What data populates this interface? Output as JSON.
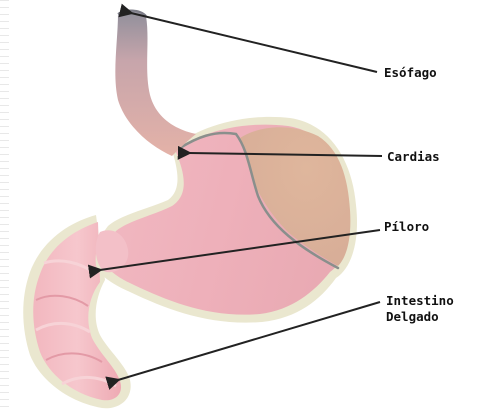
{
  "labels": {
    "esofago": "Esófago",
    "cardias": "Cardias",
    "piloro": "Píloro",
    "intestino_line1": "Intestino",
    "intestino_line2": "Delgado"
  },
  "colors": {
    "esophagus_top": "#8f8f9b",
    "esophagus_mid": "#c7a5ab",
    "stomach_pink": "#eeb3bd",
    "stomach_tan": "#ddb79e",
    "outline_cream": "#eae7cf",
    "cardia_line": "#8a8f8c",
    "pointer": "#222222"
  },
  "icons": {
    "pointer": "arrowhead-icon"
  }
}
